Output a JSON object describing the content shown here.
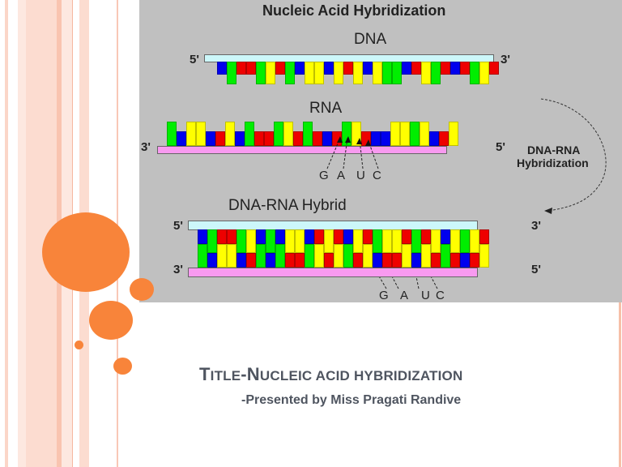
{
  "slide": {
    "title_parts": [
      {
        "text": "T",
        "size": "big"
      },
      {
        "text": "ITLE",
        "size": "sc"
      },
      {
        "text": "-N",
        "size": "big"
      },
      {
        "text": "UCLEIC ACID HYBRIDIZATION",
        "size": "sc"
      }
    ],
    "title_full": "Title-Nucleic acid hybridization",
    "subtitle": "-Presented by Miss Pragati Randive",
    "accent_color": "#f8843a",
    "text_color": "#4f5560"
  },
  "diagram": {
    "heading": "Nucleic Acid Hybridization",
    "dna": {
      "label": "DNA",
      "end_left": "5'",
      "end_right": "3'",
      "strand_color": "#ccf7fa"
    },
    "rna": {
      "label": "RNA",
      "end_left": "3'",
      "end_right": "5'",
      "strand_color": "#f89af0",
      "base_labels": [
        "G",
        "A",
        "U",
        "C"
      ]
    },
    "process": {
      "line1": "DNA-RNA",
      "line2": "Hybridization"
    },
    "hybrid": {
      "label": "DNA-RNA Hybrid",
      "top_left": "5'",
      "top_right": "3'",
      "bottom_left": "3'",
      "bottom_right": "5'",
      "base_labels": [
        "G",
        "A",
        "U",
        "C"
      ]
    },
    "base_colors": {
      "G": "#00ee00",
      "A": "#ffff00",
      "U": "#ee0000",
      "C": "#0000ee"
    }
  }
}
